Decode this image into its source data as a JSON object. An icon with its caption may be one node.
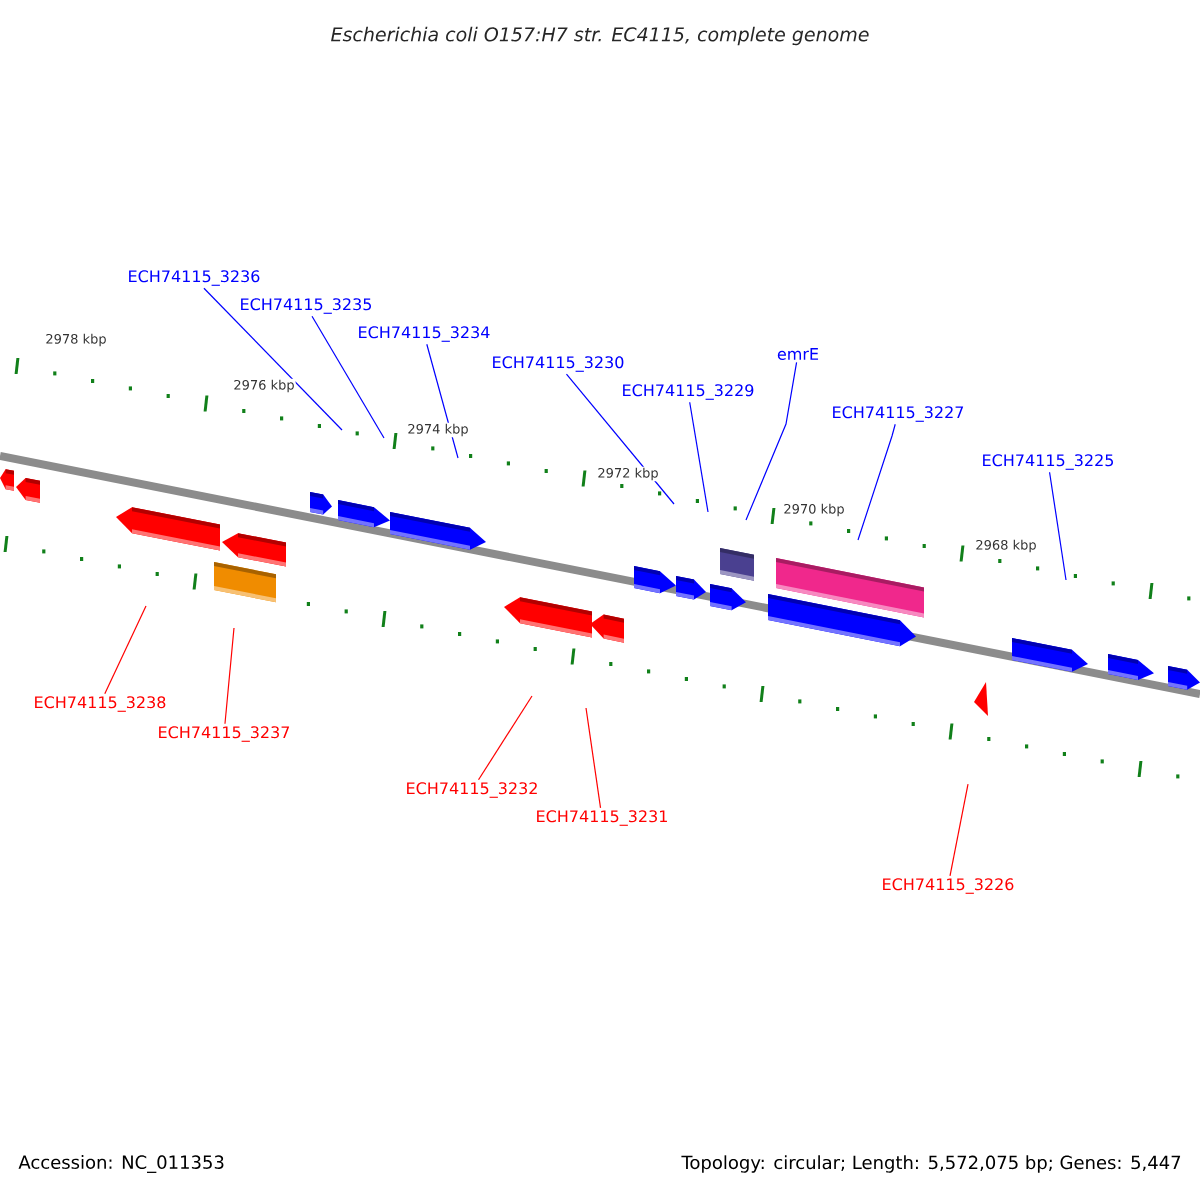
{
  "diagram": {
    "title": "Escherichia coli O157:H7 str. EC4115, complete genome",
    "nodes": [
      {
        "text": [
          "ECH74115_3236"
        ]
      },
      {
        "text": [
          "ECH74115_3235"
        ]
      },
      {
        "text": [
          "ECH74115_3234"
        ]
      },
      {
        "text": [
          "ECH74115_3230"
        ]
      },
      {
        "text": [
          "ECH74115_3229"
        ]
      },
      {
        "text": [
          "emrE"
        ]
      },
      {
        "text": [
          "ECH74115_3227"
        ]
      },
      {
        "text": [
          "ECH74115_3225"
        ]
      },
      {
        "text": [
          "ECH74115_3238"
        ]
      },
      {
        "text": [
          "ECH74115_3237"
        ]
      },
      {
        "text": [
          "ECH74115_3232"
        ]
      },
      {
        "text": [
          "ECH74115_3231"
        ]
      },
      {
        "text": [
          "ECH74115_3226"
        ]
      }
    ],
    "edges": [
      {
        "from": 0,
        "to": null,
        "arrow": "none"
      },
      {
        "from": 1,
        "to": null,
        "arrow": "none"
      },
      {
        "from": 2,
        "to": null,
        "arrow": "none"
      },
      {
        "from": 3,
        "to": null,
        "arrow": "none"
      },
      {
        "from": 4,
        "to": null,
        "arrow": "none"
      },
      {
        "from": 5,
        "to": null,
        "arrow": "none"
      },
      {
        "from": 6,
        "to": null,
        "arrow": "none"
      },
      {
        "from": 7,
        "to": null,
        "arrow": "none"
      },
      {
        "from": 8,
        "to": null,
        "arrow": "none",
        "color": "#ff0000"
      },
      {
        "from": 9,
        "to": null,
        "arrow": "none",
        "color": "#ff0000"
      },
      {
        "from": 10,
        "to": null,
        "arrow": "none",
        "color": "#ff0000"
      },
      {
        "from": 11,
        "to": null,
        "arrow": "none",
        "color": "#ff0000"
      },
      {
        "from": 12,
        "to": null,
        "arrow": "none",
        "color": "#ff0000"
      }
    ],
    "labels": [
      "2978 kbp",
      "2976 kbp",
      "2974 kbp",
      "2972 kbp",
      "2970 kbp",
      "2968 kbp",
      "Accession: NC_011353",
      "Topology: circular; Length: 5,572,075 bp; Genes: 5,447"
    ]
  }
}
